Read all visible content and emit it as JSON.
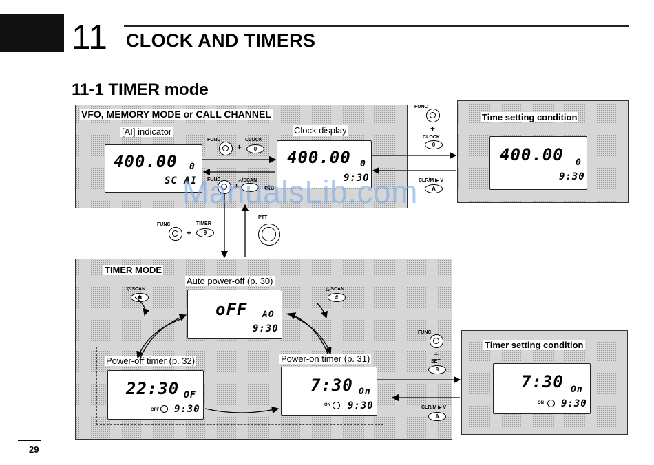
{
  "header": {
    "chapter_number": "11",
    "chapter_title": "CLOCK AND TIMERS",
    "section_title": "11-1 TIMER mode"
  },
  "vfo_panel": {
    "title": "VFO, MEMORY MODE or CALL CHANNEL",
    "ai_indicator_label": "[AI] indicator",
    "clock_display_label": "Clock display",
    "lcd1": {
      "freq": "400.00",
      "ch": "0",
      "sub": "SC AI"
    },
    "lcd2": {
      "freq": "400.00",
      "ch": "0",
      "sub": "9:30"
    },
    "btn_func_1": "FUNC",
    "btn_clock_1": "CLOCK",
    "key_clock_1": "0",
    "btn_func_2": "FUNC",
    "btn_scan_up": "△/SCAN",
    "etc": "etc"
  },
  "time_setting_panel": {
    "title": "Time setting condition",
    "lcd": {
      "freq": "400.00",
      "ch": "0",
      "sub": "9:30"
    },
    "btn_func": "FUNC",
    "btn_clock": "CLOCK",
    "key_clock": "0",
    "btn_clr": "CLR/M ▶ V",
    "key_clr": "A"
  },
  "between": {
    "btn_func": "FUNC",
    "btn_timer": "TIMER",
    "key_timer": "9",
    "btn_ptt": "PTT"
  },
  "timer_panel": {
    "title": "TIMER MODE",
    "auto_label": "Auto power-off (p. 30)",
    "auto_lcd": {
      "main": "oFF",
      "flag": "AO",
      "sub": "9:30"
    },
    "scan_down": "▽/SCAN",
    "scan_up": "△/SCAN",
    "power_off_label": "Power-off timer (p. 32)",
    "power_off_lcd": {
      "main": "22:30",
      "flag": "OF",
      "sub": "9:30",
      "tag": "OFF"
    },
    "power_on_label": "Power-on timer (p. 31)",
    "power_on_lcd": {
      "main": "7:30",
      "flag": "On",
      "sub": "9:30",
      "tag": "ON"
    }
  },
  "timer_setting_panel": {
    "title": "Timer setting condition",
    "lcd": {
      "main": "7:30",
      "flag": "On",
      "sub": "9:30",
      "tag": "ON"
    },
    "btn_func": "FUNC",
    "btn_set": "SET",
    "key_set": "8",
    "btn_clr": "CLR/M ▶ V",
    "key_clr": "A"
  },
  "watermark": "ManualsLib.com",
  "page_number": "29"
}
